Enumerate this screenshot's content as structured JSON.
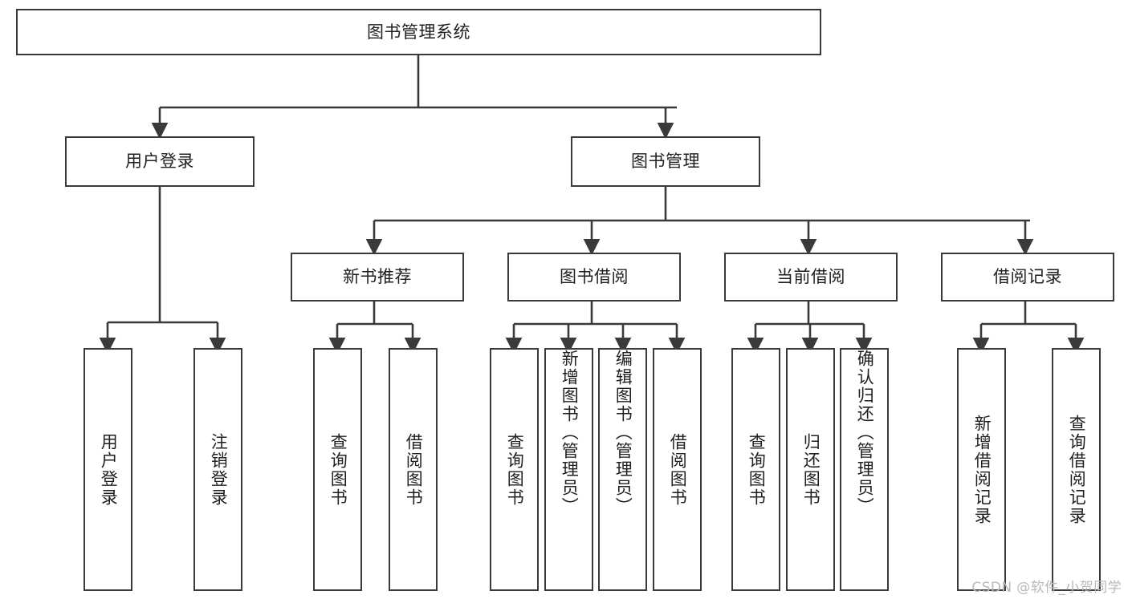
{
  "diagram": {
    "title": "图书管理系统",
    "type": "tree-hierarchy-chart",
    "stroke_color": "#3a3a3a",
    "fill_color": "#ffffff",
    "text_color": "#1f1f1f"
  },
  "watermark": {
    "text": "CSDN @软件_小贺同学",
    "color": "#b9b9b9"
  },
  "nodes": {
    "root": {
      "label": "图书管理系统"
    },
    "level2": [
      {
        "label": "用户登录"
      },
      {
        "label": "图书管理"
      }
    ],
    "level3": [
      {
        "label": "新书推荐"
      },
      {
        "label": "图书借阅"
      },
      {
        "label": "当前借阅"
      },
      {
        "label": "借阅记录"
      }
    ],
    "leaves": [
      {
        "label": "用户登录",
        "parent": "用户登录",
        "align": "centered"
      },
      {
        "label": "注销登录",
        "parent": "用户登录",
        "align": "centered"
      },
      {
        "label": "查询图书",
        "parent": "新书推荐",
        "align": "centered"
      },
      {
        "label": "借阅图书",
        "parent": "新书推荐",
        "align": "centered"
      },
      {
        "label": "查询图书",
        "parent": "图书借阅",
        "align": "centered"
      },
      {
        "label": "新增图书（管理员）",
        "parent": "图书借阅",
        "align": "top"
      },
      {
        "label": "编辑图书（管理员）",
        "parent": "图书借阅",
        "align": "top"
      },
      {
        "label": "借阅图书",
        "parent": "图书借阅",
        "align": "centered"
      },
      {
        "label": "查询图书",
        "parent": "当前借阅",
        "align": "centered"
      },
      {
        "label": "归还图书",
        "parent": "当前借阅",
        "align": "centered"
      },
      {
        "label": "确认归还（管理员）",
        "parent": "当前借阅",
        "align": "top"
      },
      {
        "label": "新增借阅记录",
        "parent": "借阅记录",
        "align": "centered"
      },
      {
        "label": "查询借阅记录",
        "parent": "借阅记录",
        "align": "centered"
      }
    ]
  }
}
